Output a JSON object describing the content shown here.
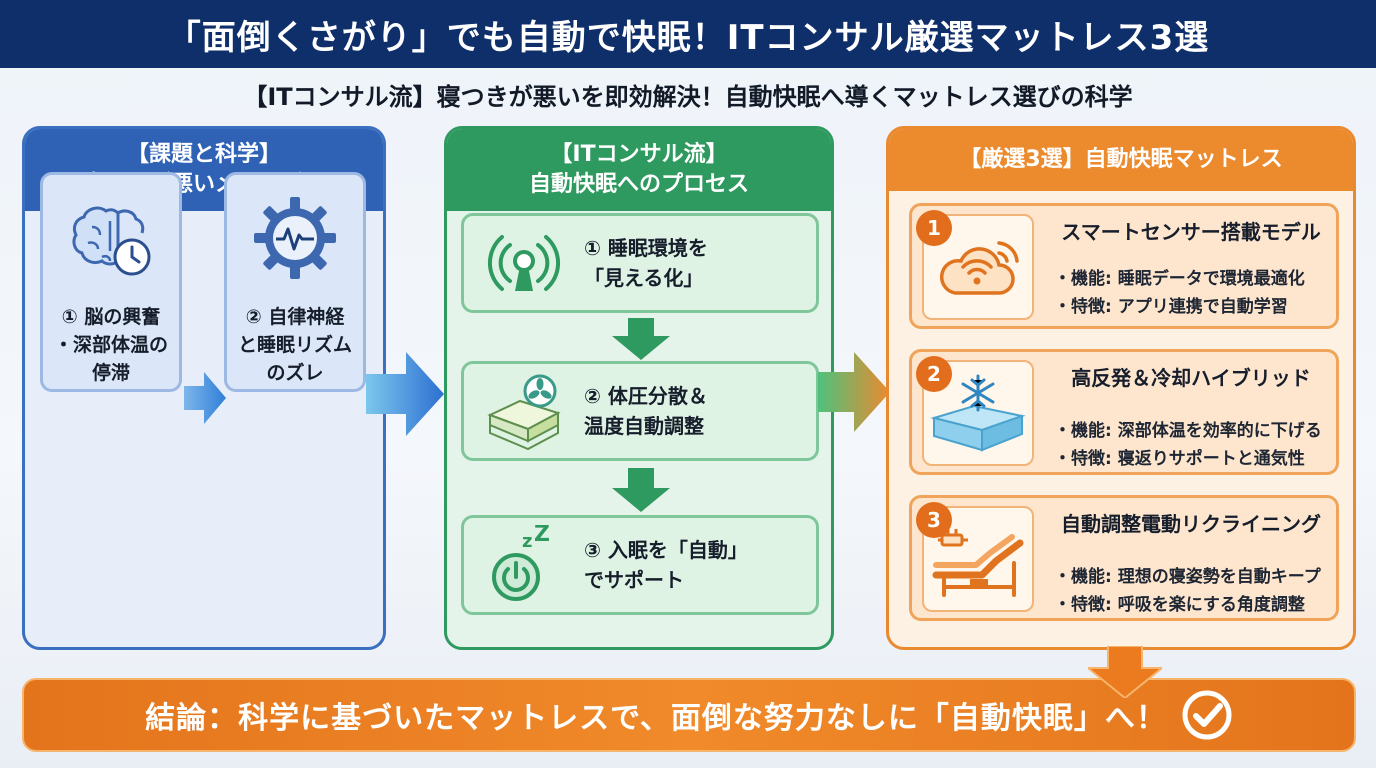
{
  "title": "「面倒くさがり」でも自動で快眠！ITコンサル厳選マットレス3選",
  "subtitle": "【ITコンサル流】寝つきが悪いを即効解決！自動快眠へ導くマットレス選びの科学",
  "colors": {
    "navy": "#0f2f6b",
    "blue": "#2f62b4",
    "green": "#2f9a60",
    "orange": "#ec8a2e"
  },
  "column1": {
    "head_line1": "【課題と科学】",
    "head_line2": "寝つきが悪いメカニズム",
    "cards": [
      {
        "icon": "brain-clock-icon",
        "lines": [
          "① 脳の興奮",
          "・深部体温の",
          "停滞"
        ]
      },
      {
        "icon": "gear-pulse-icon",
        "lines": [
          "② 自律神経",
          "と睡眠リズム",
          "のズレ"
        ]
      }
    ]
  },
  "column2": {
    "head_line1": "【ITコンサル流】",
    "head_line2": "自動快眠へのプロセス",
    "steps": [
      {
        "icon": "sensor-signal-icon",
        "lines": [
          "① 睡眠環境を",
          "「見える化」"
        ]
      },
      {
        "icon": "mattress-fan-icon",
        "lines": [
          "② 体圧分散＆",
          "温度自動調整"
        ]
      },
      {
        "icon": "sleep-power-icon",
        "lines": [
          "③ 入眠を「自動」",
          "でサポート"
        ]
      }
    ]
  },
  "column3": {
    "head": "【厳選3選】自動快眠マットレス",
    "items": [
      {
        "num": "1",
        "icon": "cloud-wifi-icon",
        "name": "スマートセンサー搭載モデル",
        "feat1": "・機能: 睡眠データで環境最適化",
        "feat2": "・特徴: アプリ連携で自動学習"
      },
      {
        "num": "2",
        "icon": "snowflake-mattress-icon",
        "name": "高反発＆冷却ハイブリッド",
        "feat1": "・機能: 深部体温を効率的に下げる",
        "feat2": "・特徴: 寝返りサポートと通気性"
      },
      {
        "num": "3",
        "icon": "reclining-bed-icon",
        "name": "自動調整電動リクライニング",
        "feat1": "・機能: 理想の寝姿勢を自動キープ",
        "feat2": "・特徴: 呼吸を楽にする角度調整"
      }
    ]
  },
  "conclusion": {
    "text": "結論：科学に基づいたマットレスで、面倒な努力なしに「自動快眠」へ！",
    "icon": "check-circle-icon"
  }
}
